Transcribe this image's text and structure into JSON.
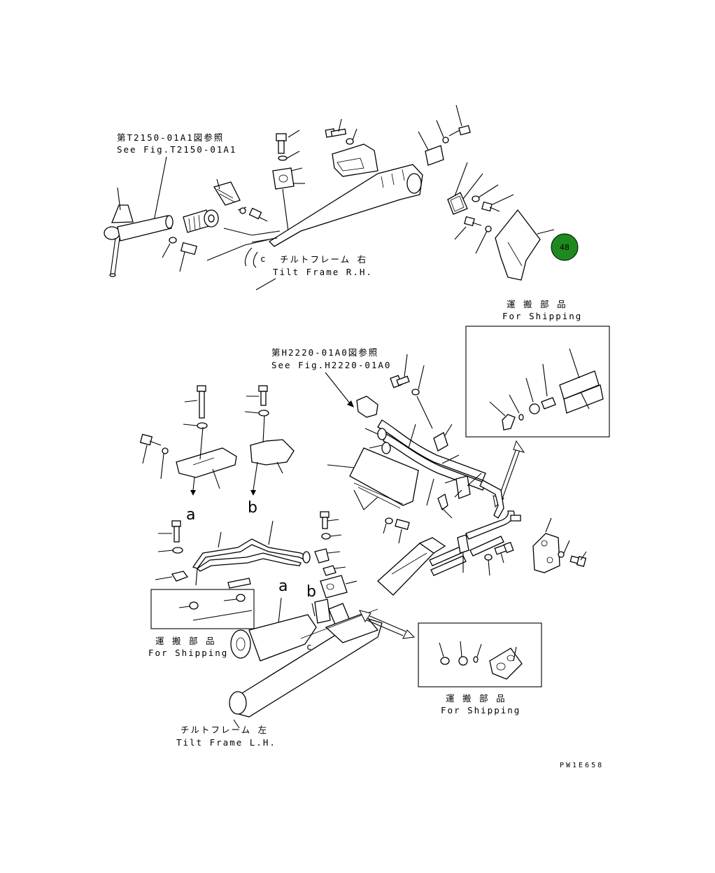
{
  "callouts": {
    "ref_top_jp": "第T2150-01A1図参照",
    "ref_top_en": "See Fig.T2150-01A1",
    "tilt_rh_jp": "チルトフレーム 右",
    "tilt_rh_en": "Tilt Frame R.H.",
    "ship1_jp": "運 搬 部 品",
    "ship1_en": "For Shipping",
    "ref_mid_jp": "第H2220-01A0図参照",
    "ref_mid_en": "See Fig.H2220-01A0",
    "ship2_jp": "運 搬 部 品",
    "ship2_en": "For Shipping",
    "ship3_jp": "運 搬 部 品",
    "ship3_en": "For Shipping",
    "tilt_lh_jp": "チルトフレーム 左",
    "tilt_lh_en": "Tilt Frame L.H.",
    "drawing_no": "PW1E658"
  },
  "letters": {
    "a1": "a",
    "b1": "b",
    "a2": "a",
    "b2": "b",
    "c1": "c",
    "c2": "c"
  },
  "badge": {
    "number": "48",
    "color": "#1e8a1e"
  }
}
